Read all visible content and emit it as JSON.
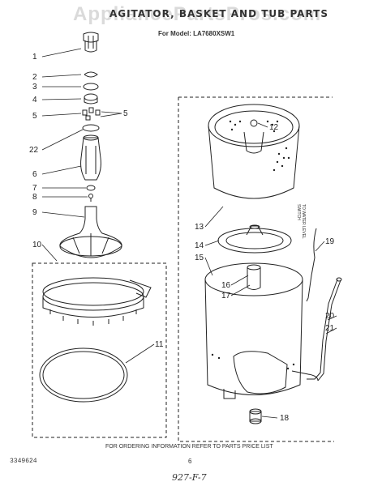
{
  "watermark": "AppliancePartsPros.com",
  "title": "AGITATOR, BASKET AND TUB PARTS",
  "model": "For Model: LA7680XSW1",
  "callouts": [
    "1",
    "2",
    "3",
    "4",
    "5",
    "5",
    "22",
    "6",
    "7",
    "8",
    "9",
    "10",
    "11",
    "12",
    "13",
    "14",
    "15",
    "16",
    "17",
    "18",
    "19",
    "20",
    "21"
  ],
  "side_label_line1": "TO WATER LEVEL",
  "side_label_line2": "SWITCH",
  "footer_note": "FOR ORDERING INFORMATION REFER TO PARTS PRICE LIST",
  "doc_number": "3349624",
  "page_number": "6",
  "handwritten_mark": "927-F-7"
}
